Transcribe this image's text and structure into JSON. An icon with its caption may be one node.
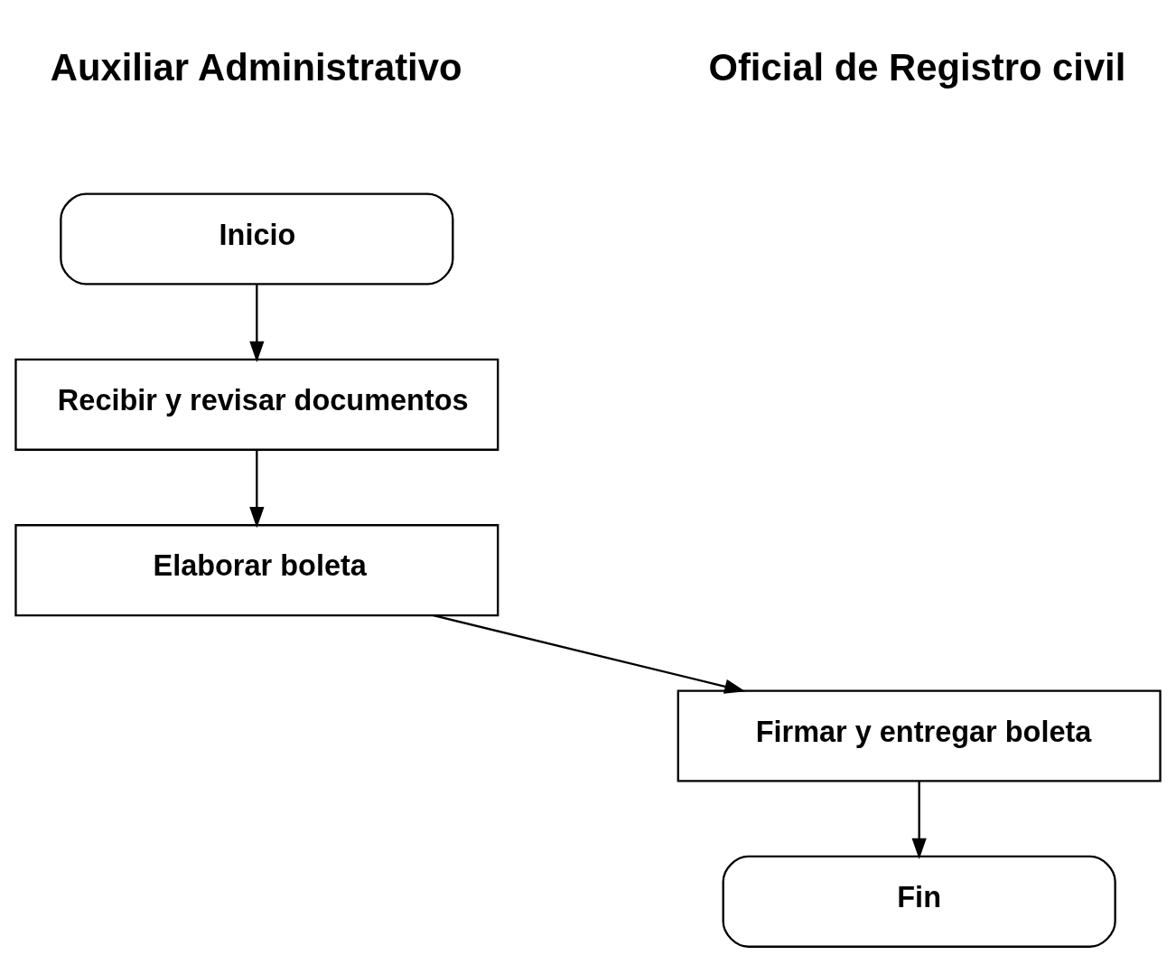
{
  "diagram": {
    "nodes": [
      {
        "text": [
          "Inicio"
        ]
      },
      {
        "text": [
          "Recibir y revisar documentos"
        ]
      },
      {
        "text": [
          "Elaborar boleta"
        ]
      },
      {
        "text": [
          "Firmar y entregar boleta"
        ]
      },
      {
        "text": [
          "Fin"
        ]
      }
    ],
    "edges": [
      {
        "from": 0,
        "to": 1,
        "arrow": "to"
      },
      {
        "from": 1,
        "to": 2,
        "arrow": "to"
      },
      {
        "from": 2,
        "to": 3,
        "arrow": "to"
      },
      {
        "from": 3,
        "to": 4,
        "arrow": "to"
      }
    ],
    "labels": [
      "Auxiliar Administrativo",
      "Oficial de Registro civil"
    ]
  }
}
